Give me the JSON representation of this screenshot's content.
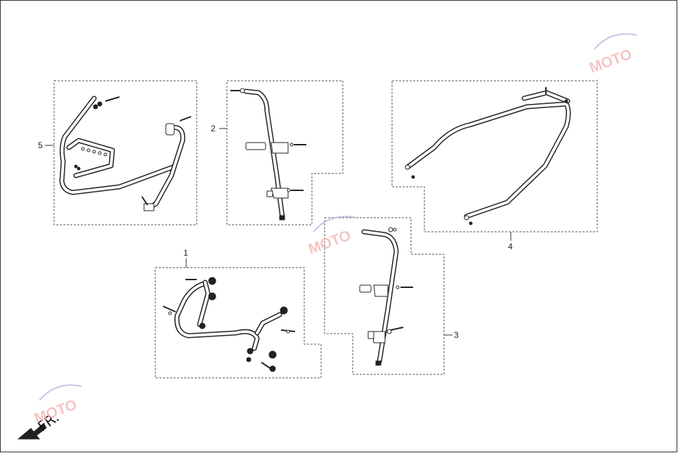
{
  "diagram": {
    "callouts": [
      {
        "id": "1",
        "text": "1"
      },
      {
        "id": "2",
        "text": "2"
      },
      {
        "id": "3",
        "text": "3"
      },
      {
        "id": "4",
        "text": "4"
      },
      {
        "id": "5",
        "text": "5"
      }
    ],
    "front_indicator": {
      "label": "FR.",
      "icon": "arrow-down-left-icon"
    },
    "watermark": {
      "text": "MOTO",
      "icon": "watermark-logo-icon"
    }
  },
  "colors": {
    "line": "#222222",
    "box_border": "#555555",
    "watermark": "#f2b7b5",
    "page_border": "#333333"
  }
}
